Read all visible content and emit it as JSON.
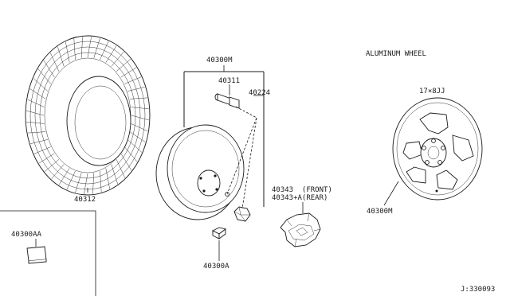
{
  "diagram": {
    "header": "ALUMINUM WHEEL",
    "wheel_size": "17×8JJ",
    "diagram_code": "J:330093",
    "labels": {
      "tire": "40312",
      "wheel_assembly": "40300M",
      "valve": "40311",
      "nut": "40224",
      "cap_front": "40343  (FRONT)",
      "cap_rear": "40343+A(REAR)",
      "weight": "40300A",
      "weight_kit": "40300AA",
      "aluminum_wheel": "40300M"
    }
  }
}
